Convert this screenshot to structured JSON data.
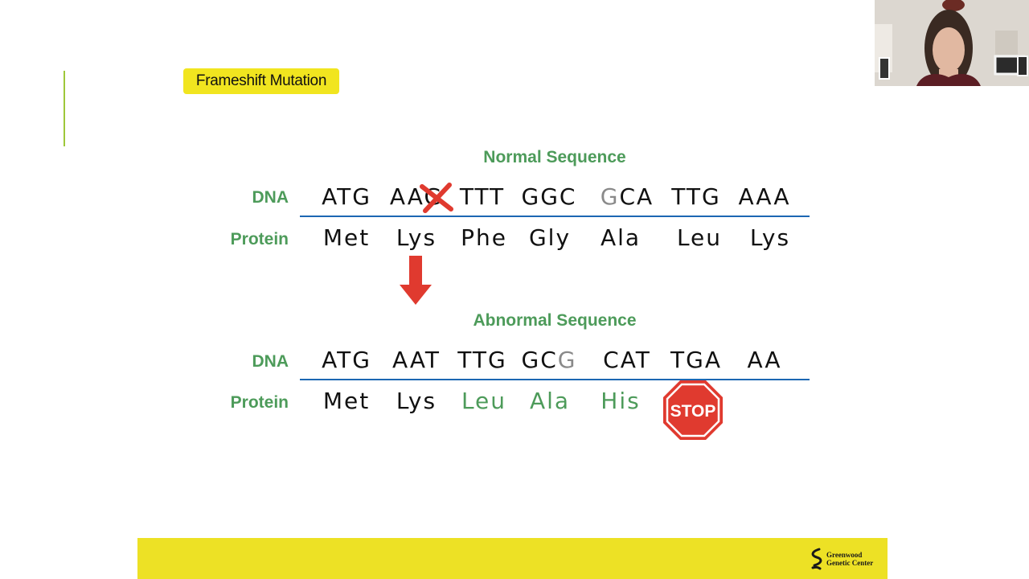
{
  "slide": {
    "title": "Frameshift Mutation",
    "normal_heading": "Normal Sequence",
    "abnormal_heading": "Abnormal Sequence",
    "dna_label": "DNA",
    "protein_label": "Protein",
    "colors": {
      "badge": "#f1e51f",
      "label_green": "#4d9b5a",
      "rule_blue": "#1c67b3",
      "red": "#e03a2f",
      "band": "#ede125"
    },
    "normal": {
      "dna": [
        {
          "prefix": "",
          "g": "",
          "suffix": "ATG"
        },
        {
          "prefix": "",
          "g": "",
          "suffix": "AAG"
        },
        {
          "prefix": "",
          "g": "",
          "suffix": "TTT"
        },
        {
          "prefix": "",
          "g": "",
          "suffix": "GGC"
        },
        {
          "prefix": "",
          "g": "G",
          "suffix": "CA"
        },
        {
          "prefix": "",
          "g": "",
          "suffix": "TTG"
        },
        {
          "prefix": "",
          "g": "",
          "suffix": "AAA"
        }
      ],
      "protein": [
        {
          "text": "Met",
          "changed": false
        },
        {
          "text": "Lys",
          "changed": false
        },
        {
          "text": "Phe",
          "changed": false
        },
        {
          "text": "Gly",
          "changed": false
        },
        {
          "text": "Ala",
          "changed": false
        },
        {
          "text": "Leu",
          "changed": false
        },
        {
          "text": "Lys",
          "changed": false
        }
      ]
    },
    "abnormal": {
      "dna": [
        {
          "prefix": "",
          "g": "",
          "suffix": "ATG"
        },
        {
          "prefix": "",
          "g": "",
          "suffix": "AAT"
        },
        {
          "prefix": "",
          "g": "",
          "suffix": "TTG"
        },
        {
          "prefix": "GC",
          "g": "G",
          "suffix": ""
        },
        {
          "prefix": "",
          "g": "",
          "suffix": "CAT"
        },
        {
          "prefix": "",
          "g": "",
          "suffix": "TGA"
        },
        {
          "prefix": "",
          "g": "",
          "suffix": "AA"
        }
      ],
      "protein": [
        {
          "text": "Met",
          "changed": false
        },
        {
          "text": "Lys",
          "changed": false
        },
        {
          "text": "Leu",
          "changed": true
        },
        {
          "text": "Ala",
          "changed": true
        },
        {
          "text": "His",
          "changed": true
        }
      ]
    },
    "stop_sign_text": "STOP",
    "logo": {
      "line1": "Greenwood",
      "line2": "Genetic Center"
    }
  }
}
